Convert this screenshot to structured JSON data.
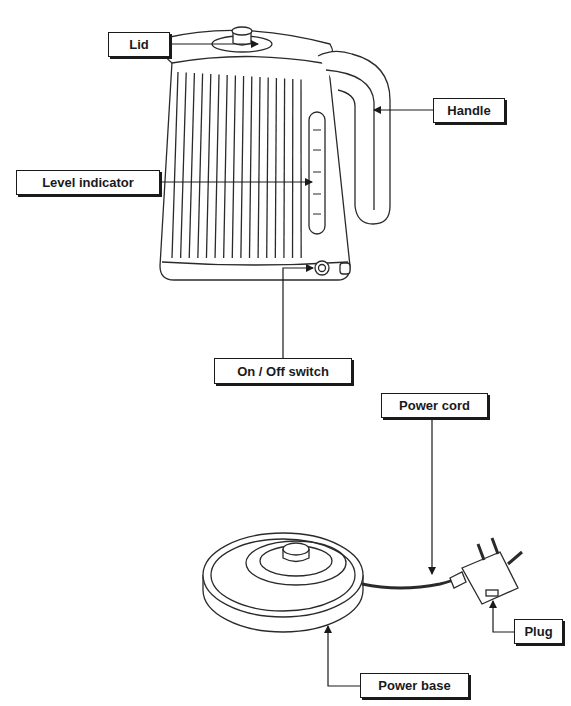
{
  "diagram": {
    "nodes": [
      {
        "text": [
          "Lid"
        ]
      },
      {
        "text": [
          "Handle"
        ]
      },
      {
        "text": [
          "Level indicator"
        ]
      },
      {
        "text": [
          "On / Off switch"
        ]
      },
      {
        "text": [
          "Power cord"
        ]
      },
      {
        "text": [
          "Plug"
        ]
      },
      {
        "text": [
          "Power base"
        ]
      }
    ]
  }
}
